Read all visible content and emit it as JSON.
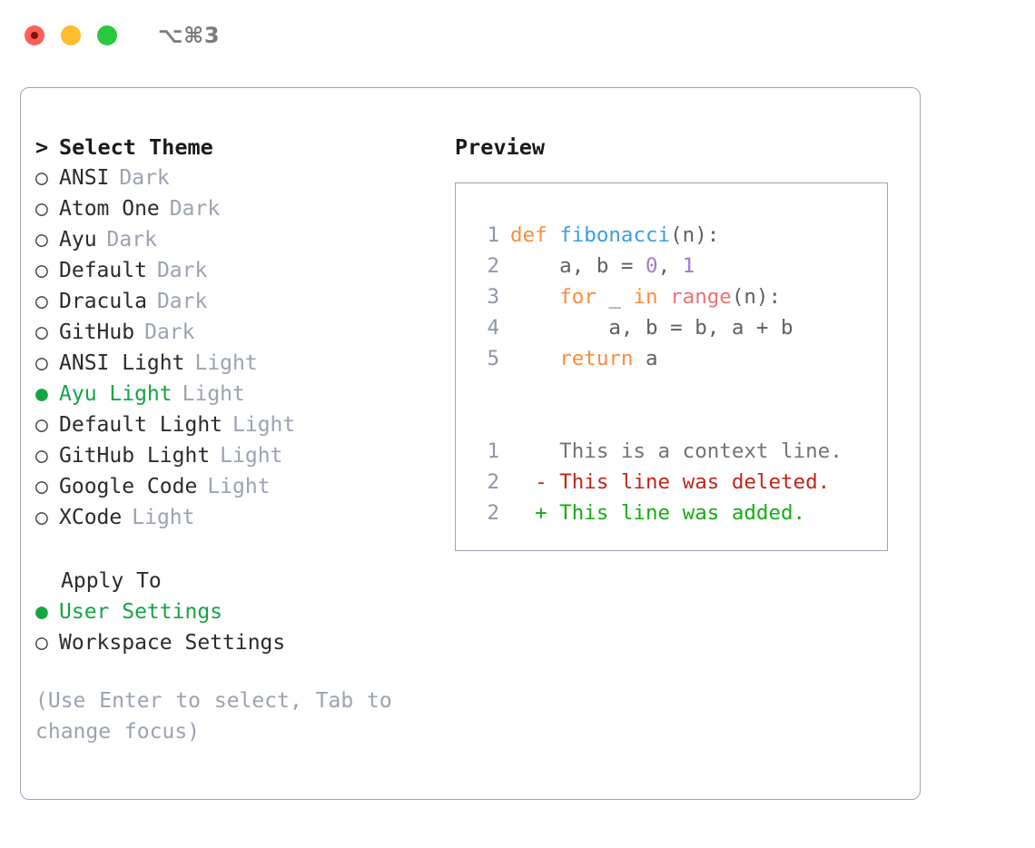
{
  "window": {
    "title": "⌥⌘3",
    "traffic_lights": [
      {
        "name": "close",
        "color": "#FF5F57"
      },
      {
        "name": "minimize",
        "color": "#FEBC2E"
      },
      {
        "name": "maximize",
        "color": "#28C840"
      }
    ]
  },
  "theme_list": {
    "heading": "Select Theme",
    "caret": ">",
    "marker_selected": "●",
    "marker_unselected": "○",
    "items": [
      {
        "label": "ANSI",
        "tag": "Dark",
        "selected": false
      },
      {
        "label": "Atom One",
        "tag": "Dark",
        "selected": false
      },
      {
        "label": "Ayu",
        "tag": "Dark",
        "selected": false
      },
      {
        "label": "Default",
        "tag": "Dark",
        "selected": false
      },
      {
        "label": "Dracula",
        "tag": "Dark",
        "selected": false
      },
      {
        "label": "GitHub",
        "tag": "Dark",
        "selected": false
      },
      {
        "label": "ANSI Light",
        "tag": "Light",
        "selected": false
      },
      {
        "label": "Ayu Light",
        "tag": "Light",
        "selected": true
      },
      {
        "label": "Default Light",
        "tag": "Light",
        "selected": false
      },
      {
        "label": "GitHub Light",
        "tag": "Light",
        "selected": false
      },
      {
        "label": "Google Code",
        "tag": "Light",
        "selected": false
      },
      {
        "label": "XCode",
        "tag": "Light",
        "selected": false
      }
    ]
  },
  "apply_to": {
    "heading": "Apply To",
    "options": [
      {
        "label": "User Settings",
        "selected": true
      },
      {
        "label": "Workspace Settings",
        "selected": false
      }
    ]
  },
  "hint": "(Use Enter to select, Tab to change focus)",
  "preview": {
    "title": "Preview",
    "code_lines": [
      {
        "number": "1",
        "tokens": [
          {
            "text": "def ",
            "type": "kw"
          },
          {
            "text": "fibonacci",
            "type": "fn"
          },
          {
            "text": "(n):",
            "type": "pln"
          }
        ]
      },
      {
        "number": "2",
        "tokens": [
          {
            "text": "    a, b = ",
            "type": "pln"
          },
          {
            "text": "0",
            "type": "num"
          },
          {
            "text": ", ",
            "type": "pln"
          },
          {
            "text": "1",
            "type": "num"
          }
        ]
      },
      {
        "number": "3",
        "tokens": [
          {
            "text": "    ",
            "type": "pln"
          },
          {
            "text": "for",
            "type": "kw"
          },
          {
            "text": " _ ",
            "type": "pln"
          },
          {
            "text": "in",
            "type": "kw"
          },
          {
            "text": " ",
            "type": "pln"
          },
          {
            "text": "range",
            "type": "call"
          },
          {
            "text": "(n):",
            "type": "pln"
          }
        ]
      },
      {
        "number": "4",
        "tokens": [
          {
            "text": "        a, b = b, a + b",
            "type": "pln"
          }
        ]
      },
      {
        "number": "5",
        "tokens": [
          {
            "text": "    ",
            "type": "pln"
          },
          {
            "text": "return",
            "type": "kw"
          },
          {
            "text": " a",
            "type": "pln"
          }
        ]
      }
    ],
    "diff_lines": [
      {
        "number": "1",
        "sign": " ",
        "text": "This is a context line.",
        "type": "context"
      },
      {
        "number": "2",
        "sign": "-",
        "text": "This line was deleted.",
        "type": "deleted"
      },
      {
        "number": "2",
        "sign": "+",
        "text": "This line was added.",
        "type": "added"
      }
    ]
  },
  "colors": {
    "accent_green": "#13A544",
    "muted": "#9BA3B0",
    "border": "#9BA6B4",
    "keyword": "#FA8D3E",
    "function": "#399EE6",
    "number": "#A37ACC",
    "builtin": "#F07171",
    "plain": "#5C6166",
    "diff_deleted": "#C4241A",
    "diff_added": "#13AF13",
    "diff_context": "#737373"
  }
}
